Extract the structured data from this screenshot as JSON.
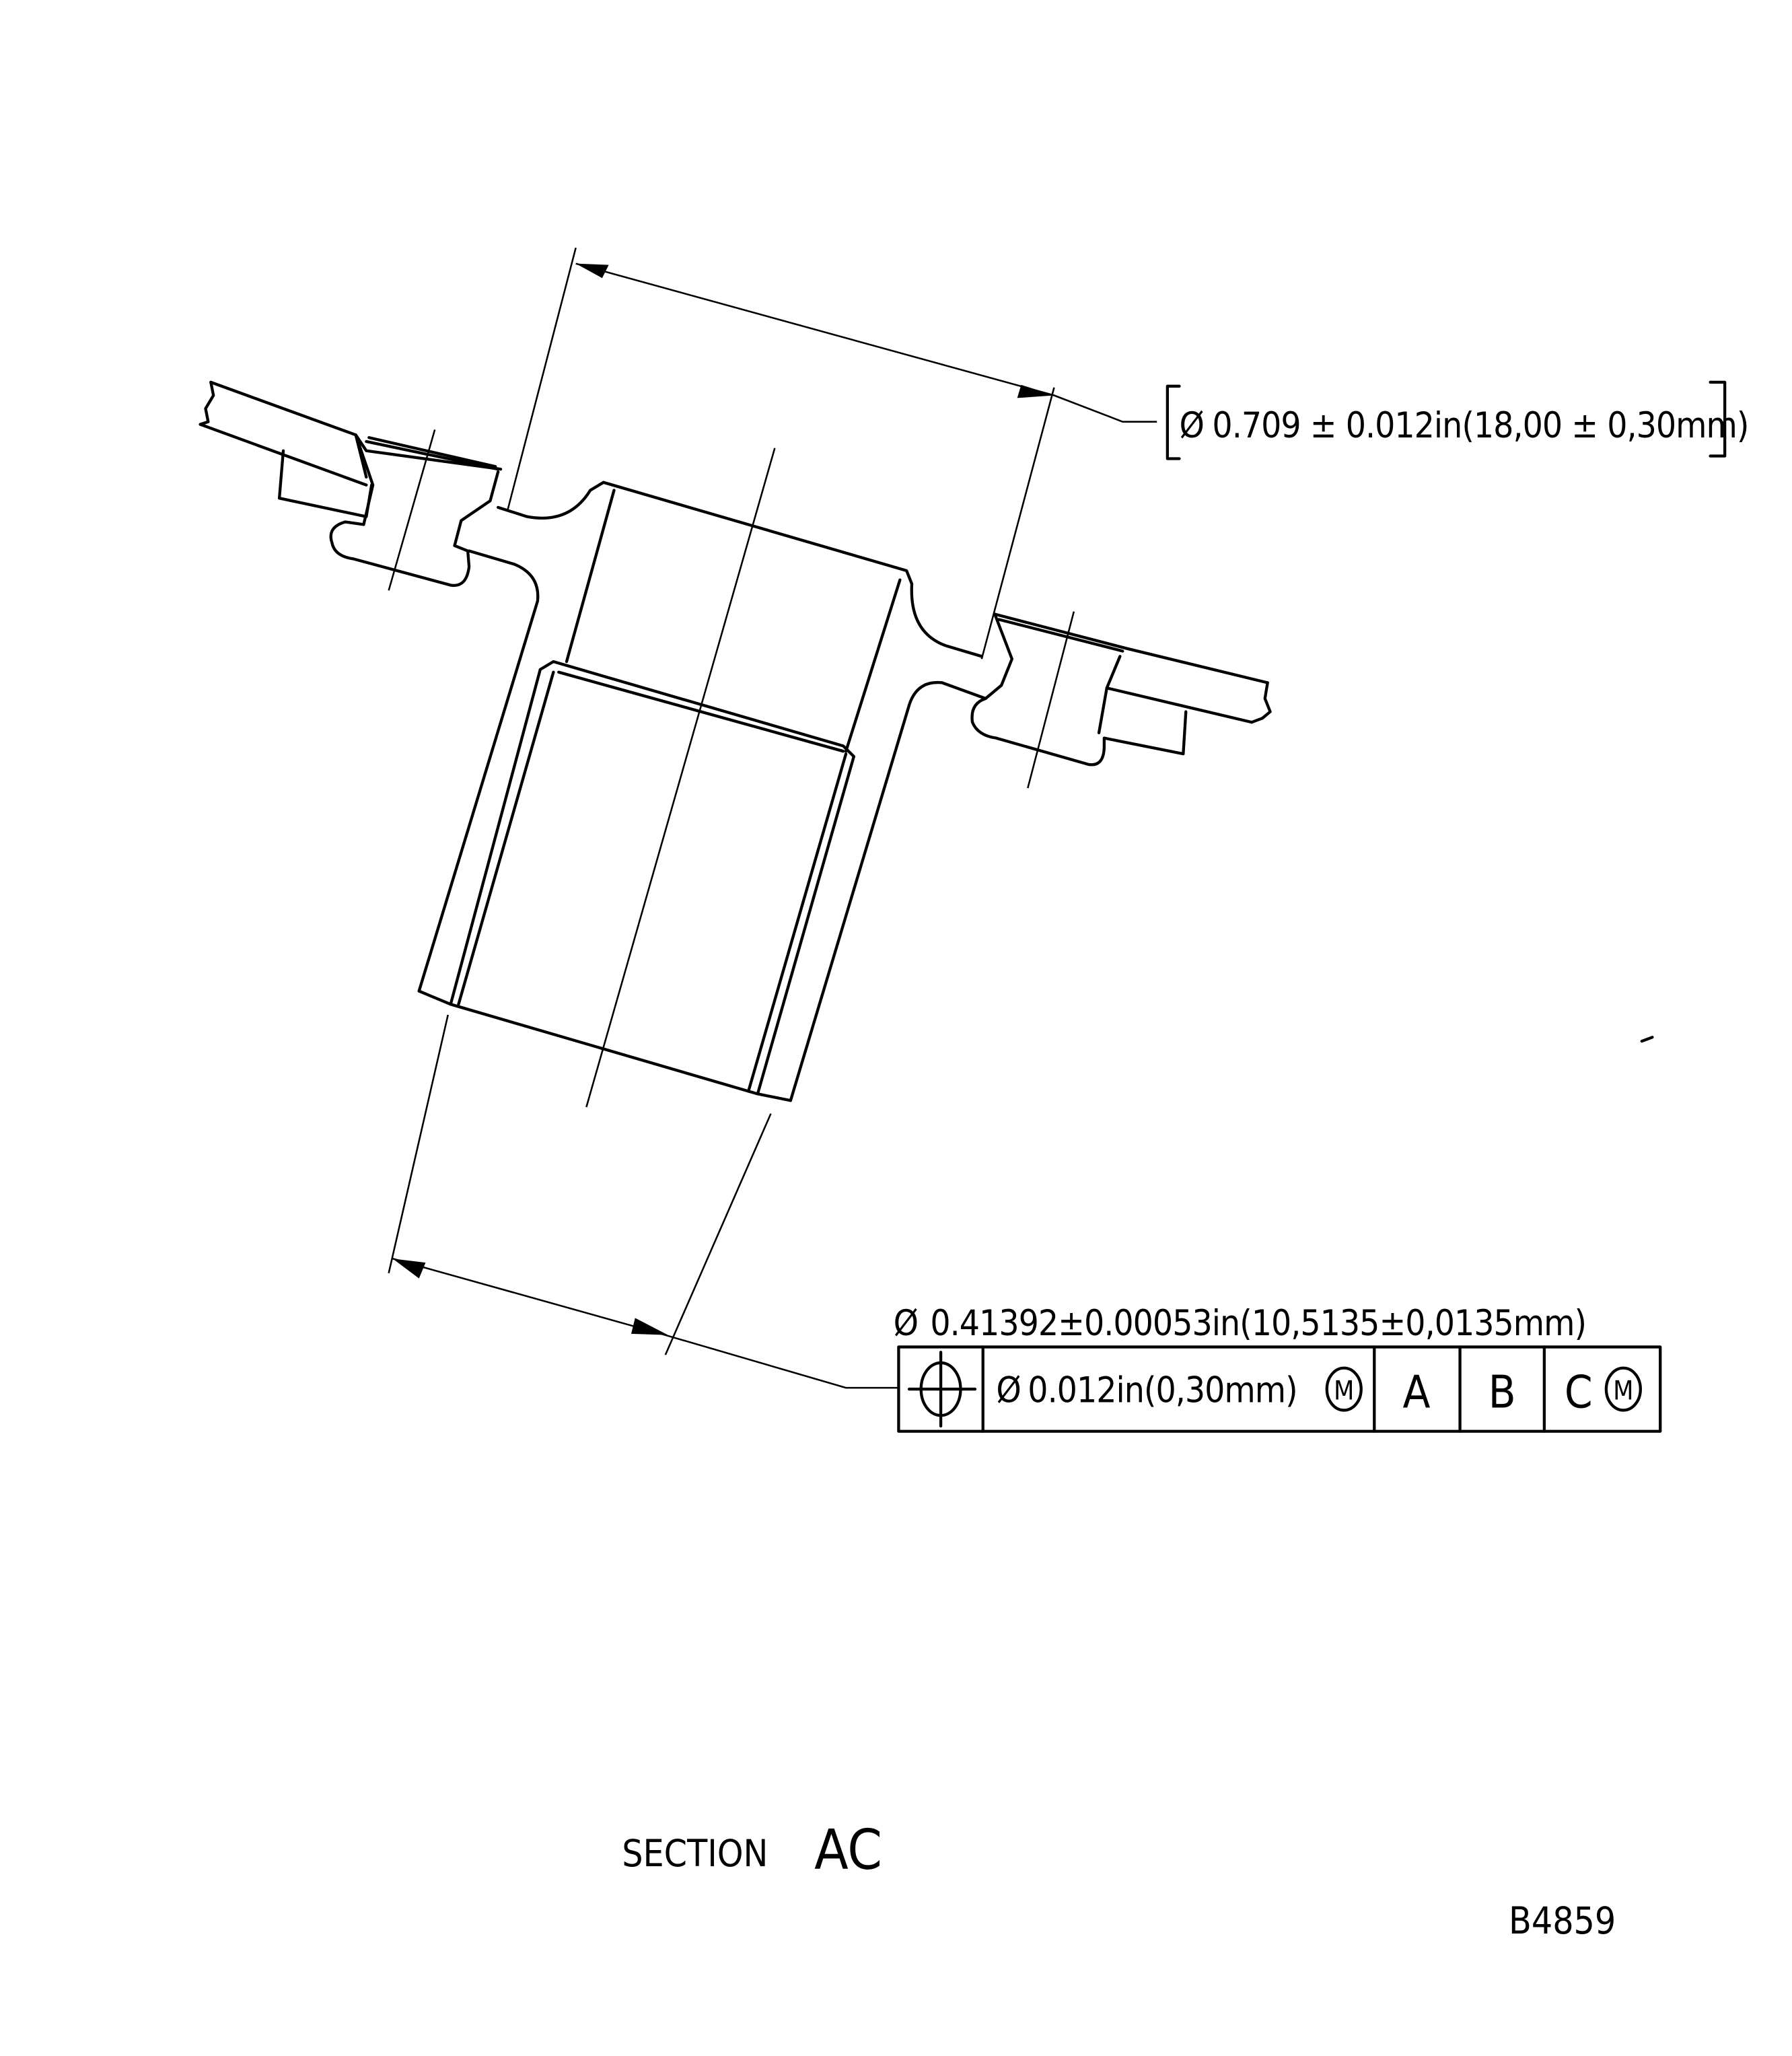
{
  "drawing": {
    "section_label": "SECTION",
    "section_id": "AC",
    "figure_ref": "B4859",
    "outer_diameter_dimension": {
      "symbol": "Ø",
      "text": "0.709 ± 0.012 in (18,00 ± 0,30 mm)",
      "display": "0.709 ± 0.012in(18,00 ± 0,30mm)",
      "bracketed": true
    },
    "bore_dimension": {
      "symbol": "Ø",
      "display": "0.41392±0.00053in(10,5135±0,0135mm)"
    },
    "feature_control_frame": {
      "characteristic": "position",
      "characteristic_icon": "position-icon",
      "tolerance_symbol": "Ø",
      "tolerance": "0.012in(0,30mm)",
      "tolerance_modifier": "M",
      "datums": [
        {
          "label": "A",
          "modifier": ""
        },
        {
          "label": "B",
          "modifier": ""
        },
        {
          "label": "C",
          "modifier": "M"
        }
      ]
    }
  }
}
